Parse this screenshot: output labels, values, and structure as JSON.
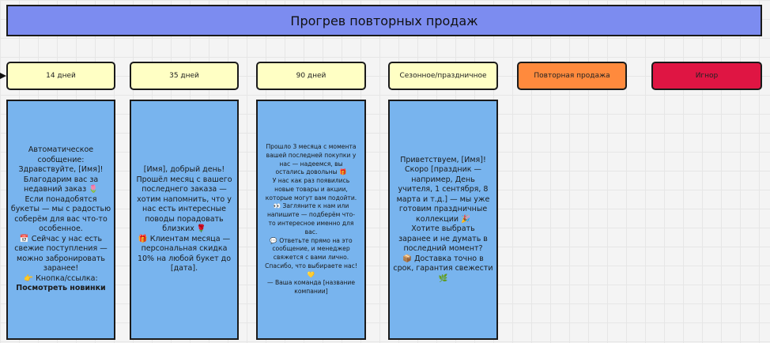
{
  "title": "Прогрев повторных продаж",
  "stages": [
    {
      "label": "14 дней",
      "color": "#ffffc4"
    },
    {
      "label": "35 дней",
      "color": "#ffffc4"
    },
    {
      "label": "90 дней",
      "color": "#ffffc4"
    },
    {
      "label": "Сезонное/праздничное",
      "color": "#ffffc4"
    },
    {
      "label": "Повторная продажа",
      "color": "#ff8a3d"
    },
    {
      "label": "Игнор",
      "color": "#df1543"
    }
  ],
  "cards": [
    {
      "text": "Автоматическое\nсообщение:\nЗдравствуйте, [Имя]!\nБлагодарим вас за\nнедавний заказ 🌷\nЕсли понадобятся\nбукеты — мы с радостью\nсоберём для вас что-то\nособенное.\n📅 Сейчас у нас есть\nсвежие поступления —\nможно забронировать\nзаранее!\n👉 Кнопка/ссылка:",
      "cta": "Посмотреть новинки"
    },
    {
      "text": "[Имя], добрый день!\nПрошёл месяц с вашего\nпоследнего заказа —\nхотим напомнить, что у\nнас есть интересные\nповоды порадовать\nблизких 🌹\n🎁 Клиентам месяца —\nперсональная скидка\n10% на любой букет до\n[дата]."
    },
    {
      "text": "Прошло 3 месяца с момента\nвашей последней покупки у\nнас — надеемся, вы\nостались довольны 🎁\nУ нас как раз появились\nновые товары и акции,\nкоторые могут вам подойти.\n👀 Загляните к нам или\nнапишите — подберём что-\nто интересное именно для\nвас.\n💬 Ответьте прямо на это\nсообщение, и менеджер\nсвяжется с вами лично.\nСпасибо, что выбираете нас!\n💛\n— Ваша команда [название\nкомпании]"
    },
    {
      "text": "Приветствуем, [Имя]!\nСкоро [праздник —\nнапример, День\nучителя, 1 сентября, 8\nмарта и т.д.] — мы уже\nготовим праздничные\nколлекции 🎉\nХотите выбрать\nзаранее и не думать в\nпоследний момент?\n📦 Доставка точно в\nсрок, гарантия свежести\n🌿"
    }
  ]
}
